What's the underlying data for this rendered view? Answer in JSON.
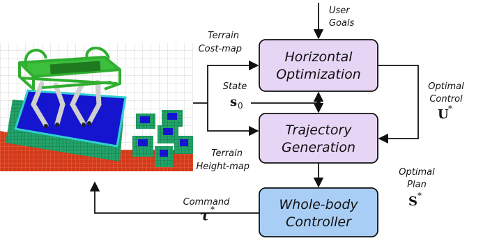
{
  "nodes": {
    "horizontal": {
      "line1": "Horizontal",
      "line2": "Optimization",
      "fill": "#e6d5f5"
    },
    "trajectory": {
      "line1": "Trajectory",
      "line2": "Generation",
      "fill": "#e6d5f5"
    },
    "wholebody": {
      "line1": "Whole-body",
      "line2": "Controller",
      "fill": "#a9cef5"
    }
  },
  "labels": {
    "user_goals": [
      "User",
      "Goals"
    ],
    "terrain_costmap": [
      "Terrain",
      "Cost-map"
    ],
    "state": "State",
    "state_symbol": "s",
    "state_sub": "0",
    "terrain_heightmap": [
      "Terrain",
      "Height-map"
    ],
    "optimal_control": [
      "Optimal",
      "Control"
    ],
    "control_symbol": "U",
    "control_sup": "*",
    "optimal_plan": [
      "Optimal",
      "Plan"
    ],
    "plan_symbol": "S",
    "plan_sup": "*",
    "command": "Command",
    "command_symbol": "τ",
    "command_sup": "*"
  },
  "colors": {
    "robot_frame": "#2fae2f",
    "robot_legs": "#d8d8d8",
    "terrain_blue": "#1515d0",
    "terrain_green": "#23a36a",
    "terrain_red": "#d23a1a",
    "grid_line": "#c8c8c8"
  }
}
